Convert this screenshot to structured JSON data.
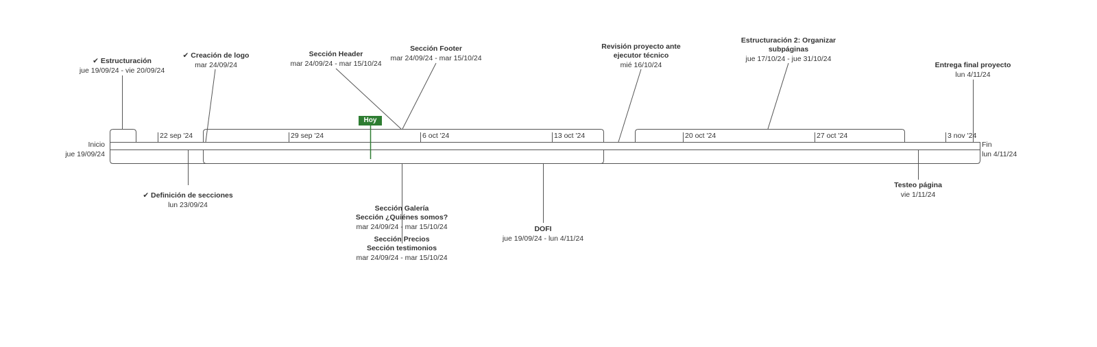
{
  "timeline": {
    "start": {
      "label": "Inicio",
      "date": "jue 19/09/24"
    },
    "end": {
      "label": "Fin",
      "date": "lun 4/11/24"
    },
    "today_label": "Hoy",
    "axis_ticks": [
      "22 sep '24",
      "29 sep '24",
      "6 oct '24",
      "13 oct '24",
      "20 oct '24",
      "27 oct '24",
      "3 nov '24"
    ],
    "check_glyph": "✔",
    "tasks_above": [
      {
        "name": "Estructuración",
        "dates": "jue 19/09/24 - vie 20/09/24",
        "done": true
      },
      {
        "name": "Creación de logo",
        "dates": "mar 24/09/24",
        "done": true
      },
      {
        "name": "Sección Header",
        "dates": "mar 24/09/24 - mar 15/10/24",
        "done": false
      },
      {
        "name": "Sección Footer",
        "dates": "mar 24/09/24 - mar 15/10/24",
        "done": false
      },
      {
        "name_lines": [
          "Revisión proyecto ante",
          "ejecutor técnico"
        ],
        "dates": "mié 16/10/24",
        "done": false
      },
      {
        "name_lines": [
          "Estructuración 2: Organizar",
          "subpáginas"
        ],
        "dates": "jue 17/10/24 - jue 31/10/24",
        "done": false
      },
      {
        "name": "Entrega final proyecto",
        "dates": "lun 4/11/24",
        "done": false
      }
    ],
    "tasks_below": [
      {
        "name": "Definición de secciones",
        "dates": "lun 23/09/24",
        "done": true
      },
      {
        "name_lines": [
          "Sección Galería",
          "Sección ¿Quiénes somos?"
        ],
        "dates": "mar 24/09/24 - mar 15/10/24",
        "done": false
      },
      {
        "name_lines": [
          "Sección Precios",
          "Sección testimonios"
        ],
        "dates": "mar 24/09/24 - mar 15/10/24",
        "done": false
      },
      {
        "name": "DOFI",
        "dates": "jue 19/09/24 - lun 4/11/24",
        "done": false
      },
      {
        "name": "Testeo página",
        "dates": "vie 1/11/24",
        "done": false
      }
    ]
  }
}
